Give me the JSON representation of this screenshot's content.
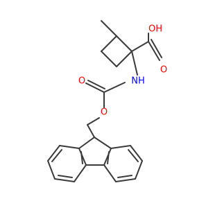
{
  "molecule": {
    "atoms": [
      {
        "symbol": "OH",
        "element": "O",
        "role": "carboxylic-acid-hydroxyl"
      },
      {
        "symbol": "O",
        "element": "O",
        "role": "carboxylic-acid-carbonyl"
      },
      {
        "symbol": "NH",
        "element": "N",
        "role": "carbamate-nitrogen"
      },
      {
        "symbol": "O",
        "element": "O",
        "role": "carbamate-carbonyl"
      },
      {
        "symbol": "O",
        "element": "O",
        "role": "carbamate-ester-oxygen"
      }
    ]
  },
  "colors": {
    "bond": "#3a3a3a",
    "oxygen": "#ff0000",
    "nitrogen": "#0000ff",
    "background": "#ffffff"
  }
}
